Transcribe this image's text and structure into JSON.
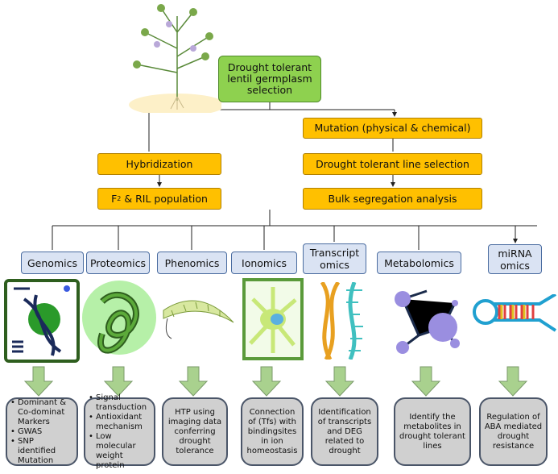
{
  "top": {
    "title": "Drought tolerant lentil germplasm selection"
  },
  "left_branch": [
    "Hybridization",
    "F2 & RIL population"
  ],
  "f2": {
    "main": "F",
    "sub": "2",
    "rest": " & RIL population"
  },
  "right_branch": [
    "Mutation (physical & chemical)",
    "Drought tolerant line selection",
    "Bulk segregation analysis"
  ],
  "omics": [
    "Genomics",
    "Proteomics",
    "Phenomics",
    "Ionomics",
    "Transcript omics",
    "Metabolomics",
    "miRNA omics"
  ],
  "outcomes": [
    {
      "bullets": [
        "Dominant & Co-dominat Markers",
        "GWAS",
        "SNP identified Mutation"
      ]
    },
    {
      "bullets": [
        "Signal transduction",
        "Antioxidant mechanism",
        "Low molecular weight protein"
      ]
    },
    {
      "text": "HTP using imaging data conferring drought tolerance"
    },
    {
      "text": "Connection of (Tfs) with bindingsites in ion homeostasis"
    },
    {
      "text": "Identification of transcripts and DEG related to drought"
    },
    {
      "text": "Identify the metabolites in drought tolerant lines"
    },
    {
      "text": "Regulation of ABA mediated drought resistance"
    }
  ],
  "colors": {
    "green_box": "#8ed14f",
    "orange_box": "#ffc000",
    "omics_box": "#dae3f3",
    "outcome_box": "#d0d0d0",
    "arrow": "#a9d18e"
  }
}
